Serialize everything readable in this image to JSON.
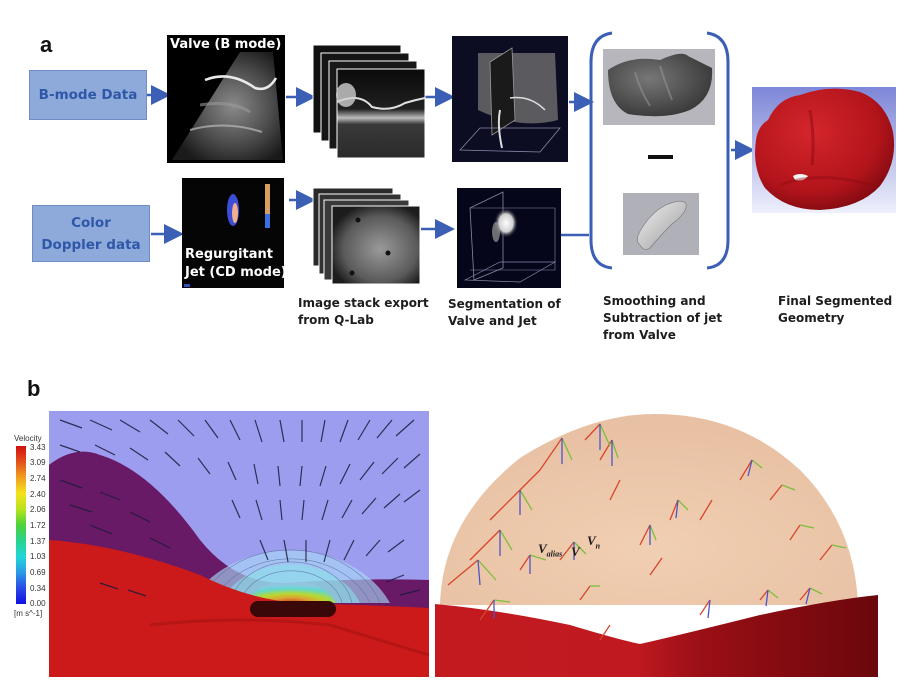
{
  "panel_a": {
    "label": "a",
    "inputs": [
      {
        "label": "B-mode Data"
      },
      {
        "label": "Color Doppler data"
      }
    ],
    "images": {
      "valve_b_mode": {
        "label": "Valve (B mode)"
      },
      "regurgitant_jet": {
        "label_line1": "Regurgitant",
        "label_line2": "Jet (CD mode)"
      }
    },
    "captions": {
      "stack": {
        "line1": "Image stack export",
        "line2": "from Q-Lab"
      },
      "segmentation": {
        "line1": "Segmentation of",
        "line2": "Valve and Jet"
      },
      "smoothing": {
        "line1": "Smoothing and",
        "line2": "Subtraction of jet",
        "line3": "from Valve"
      },
      "final": {
        "line1": "Final Segmented",
        "line2": "Geometry"
      }
    },
    "operator": "−",
    "colors": {
      "box_fill": "#8eaadb",
      "box_text": "#2f57a8",
      "arrow": "#3a5fb5",
      "final_geometry": "#b3141b"
    }
  },
  "panel_b": {
    "label": "b",
    "legend": {
      "title": "Velocity",
      "unit": "[m s^-1]",
      "ticks": [
        "3.43",
        "3.09",
        "2.74",
        "2.40",
        "2.06",
        "1.72",
        "1.37",
        "1.03",
        "0.69",
        "0.34",
        "0.00"
      ],
      "min": 0.0,
      "max": 3.43
    },
    "vector_labels": {
      "v_alias": "V",
      "v_alias_sub": "alias",
      "v": "V",
      "v_n": "V",
      "v_n_sub": "n"
    },
    "colors": {
      "background_flow": "#9d9df0",
      "tissue": "#cc1a1a",
      "dome": "#ecc6a8",
      "vector_alias": "#d8452b",
      "vector_v": "#7bbf3a",
      "vector_n": "#4b55c8"
    }
  }
}
